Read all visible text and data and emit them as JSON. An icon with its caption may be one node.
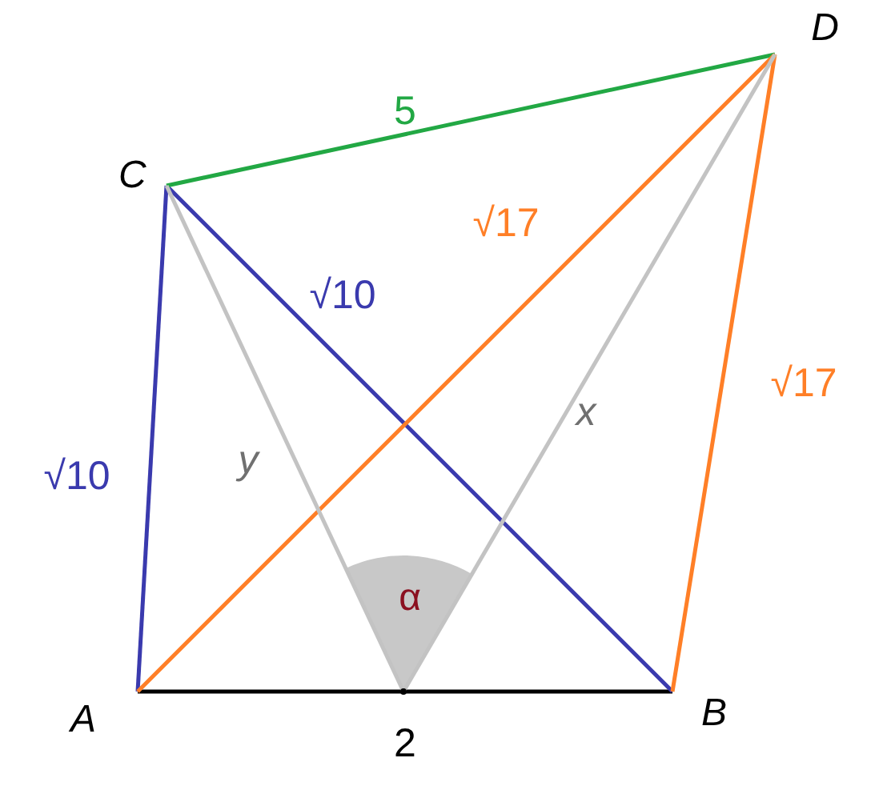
{
  "diagram": {
    "nodes": [
      {
        "text": [
          "A"
        ]
      },
      {
        "text": [
          "B"
        ]
      },
      {
        "text": [
          "C"
        ]
      },
      {
        "text": [
          "D"
        ]
      },
      {
        "text": [],
        "shape": "point"
      }
    ],
    "edges": [
      {
        "from": 0,
        "to": 1,
        "arrow": "none",
        "label": "2",
        "color": "#000000"
      },
      {
        "from": 0,
        "to": 2,
        "arrow": "none",
        "label": "√10",
        "color": "#3a3aae"
      },
      {
        "from": 2,
        "to": 1,
        "arrow": "none",
        "label": "√10",
        "color": "#3a3aae"
      },
      {
        "from": 2,
        "to": 3,
        "arrow": "none",
        "label": "5",
        "color": "#22a844"
      },
      {
        "from": 0,
        "to": 3,
        "arrow": "none",
        "label": "√17",
        "color": "#ff7f27"
      },
      {
        "from": 1,
        "to": 3,
        "arrow": "none",
        "label": "√17",
        "color": "#ff7f27"
      },
      {
        "from": 2,
        "to": 4,
        "arrow": "none",
        "label": "y",
        "color": "#c3c3c3"
      },
      {
        "from": 3,
        "to": 4,
        "arrow": "none",
        "label": "x",
        "color": "#c3c3c3"
      }
    ],
    "labels": [
      "α"
    ]
  }
}
